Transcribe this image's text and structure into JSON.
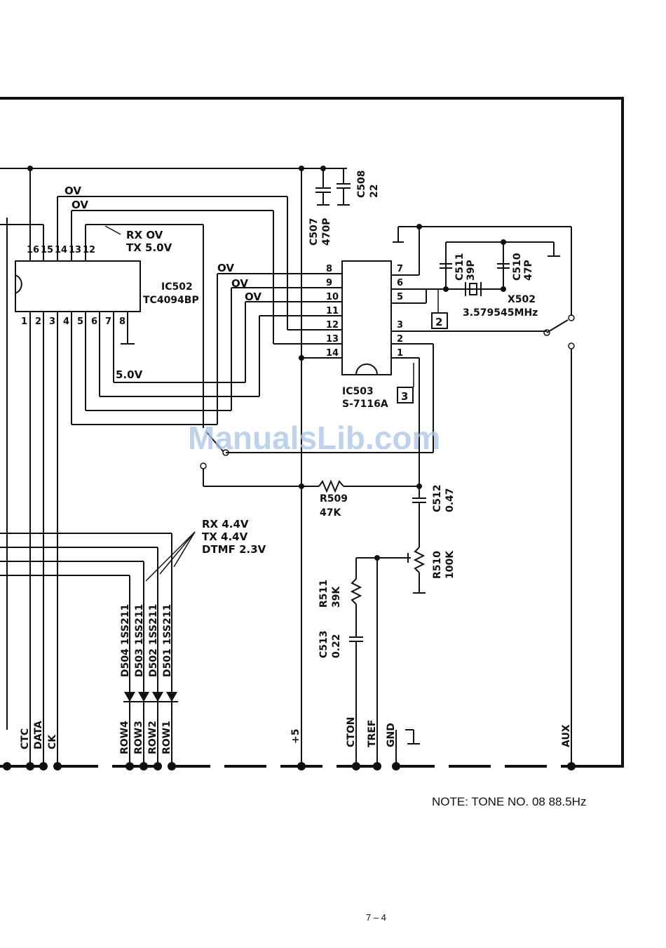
{
  "ic502": {
    "ref": "IC502",
    "part": "TC4094BP",
    "top_pins": [
      "16",
      "15",
      "14",
      "13",
      "12"
    ],
    "bottom_pins": [
      "1",
      "2",
      "3",
      "4",
      "5",
      "6",
      "7",
      "8"
    ]
  },
  "ic503": {
    "ref": "IC503",
    "part": "S-7116A",
    "left_pins": [
      "8",
      "9",
      "10",
      "11",
      "12",
      "13",
      "14"
    ],
    "right_pins": [
      "7",
      "6",
      "5",
      "3",
      "2",
      "1"
    ]
  },
  "voltages": {
    "ov1": "OV",
    "ov2": "OV",
    "ov3": "OV",
    "ov4": "OV",
    "ov5": "OV",
    "rx0": "RX OV",
    "tx5": "TX 5.0V",
    "v50": "5.0V",
    "rx44": "RX 4.4V",
    "tx44": "TX 4.4V",
    "dtmf": "DTMF 2.3V"
  },
  "components": {
    "c507": "C507",
    "c507v": "470P",
    "c508": "C508",
    "c508v": "22",
    "c511": "C511",
    "c511v": "39P",
    "c510": "C510",
    "c510v": "47P",
    "x502": "X502",
    "x502v": "3.579545MHz",
    "r509": "R509",
    "r509v": "47K",
    "c512": "C512",
    "c512v": "0.47",
    "r510": "R510",
    "r510v": "100K",
    "r511": "R511",
    "r511v": "39K",
    "c513": "C513",
    "c513v": "0.22",
    "d504": "D504 1SS211",
    "d503": "D503 1SS211",
    "d502": "D502 1SS211",
    "d501": "D501 1SS211"
  },
  "test_points": {
    "tp2": "2",
    "tp3": "3"
  },
  "connectors": [
    "CTC",
    "DATA",
    "CK",
    "ROW4",
    "ROW3",
    "ROW2",
    "ROW1",
    "+5",
    "CTON",
    "TREF",
    "GND",
    "AUX"
  ],
  "note": "NOTE: TONE NO. 08 88.5Hz",
  "page_number": "7 – 4",
  "watermark": "ManualsLib.com"
}
